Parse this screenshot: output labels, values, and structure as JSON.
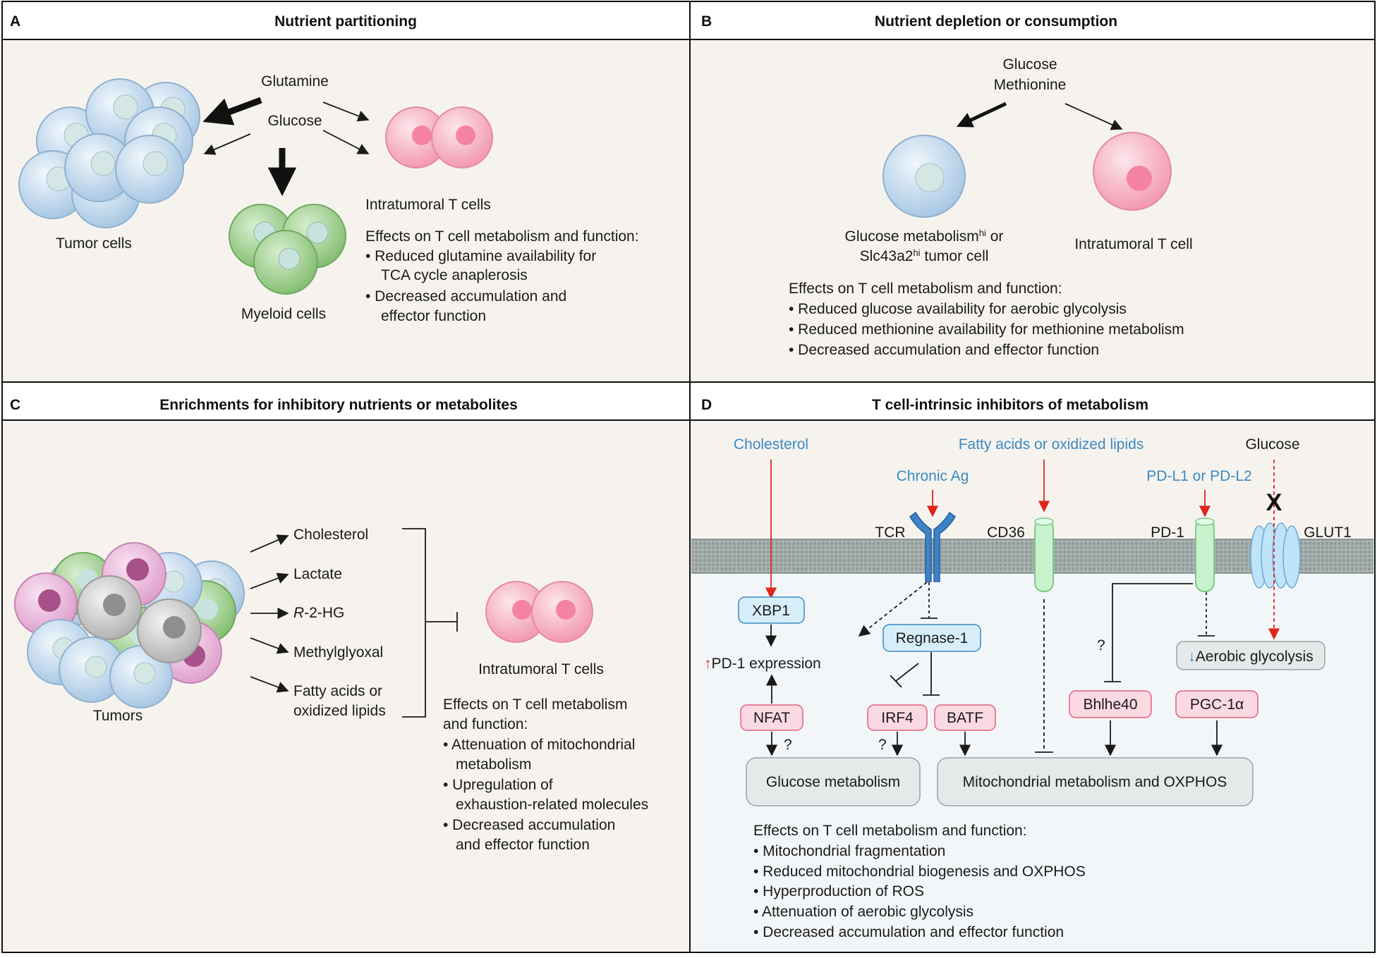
{
  "panels": {
    "a": {
      "letter": "A",
      "title": "Nutrient partitioning",
      "nutrients": [
        "Glutamine",
        "Glucose"
      ],
      "tumor_label": "Tumor cells",
      "myeloid_label": "Myeloid cells",
      "tcell_label": "Intratumoral T cells",
      "effects_title": "Effects on T cell metabolism and function:",
      "effects": [
        "• Reduced glutamine availability for",
        "TCA cycle anaplerosis",
        "• Decreased accumulation and",
        "effector function"
      ]
    },
    "b": {
      "letter": "B",
      "title": "Nutrient depletion or consumption",
      "nutrients": [
        "Glucose",
        "Methionine"
      ],
      "tumor_label_1_base": "Glucose metabolism",
      "tumor_label_1_sup": "hi",
      "tumor_label_1_tail": " or",
      "tumor_label_2_base": "Slc43a2",
      "tumor_label_2_sup": "hi",
      "tumor_label_2_tail": " tumor cell",
      "tcell_label": "Intratumoral T cell",
      "effects_title": "Effects on T cell metabolism and function:",
      "effects": [
        "• Reduced glucose availability for aerobic glycolysis",
        "• Reduced methionine availability for methionine metabolism",
        "• Decreased accumulation and effector function"
      ]
    },
    "c": {
      "letter": "C",
      "title": "Enrichments for inhibitory nutrients or metabolites",
      "tumors_label": "Tumors",
      "metabolites": {
        "cholesterol": "Cholesterol",
        "lactate": "Lactate",
        "r2hg_italic": "R",
        "r2hg_rest": "-2-HG",
        "methylglyoxal": "Methylglyoxal",
        "fatty1": "Fatty acids or",
        "fatty2": "oxidized lipids"
      },
      "tcell_label": "Intratumoral T cells",
      "effects_title_1": "Effects on T cell metabolism",
      "effects_title_2": "and function:",
      "effects": [
        "• Attenuation of mitochondrial",
        "metabolism",
        "• Upregulation of",
        "exhaustion-related molecules",
        "• Decreased accumulation",
        "and effector function"
      ]
    },
    "d": {
      "letter": "D",
      "title": "T cell-intrinsic inhibitors of metabolism",
      "signals": {
        "cholesterol": "Cholesterol",
        "chronic_ag": "Chronic Ag",
        "fatty": "Fatty acids or oxidized lipids",
        "pdl": "PD-L1 or PD-L2",
        "glucose": "Glucose"
      },
      "receptors": {
        "tcr": "TCR",
        "cd36": "CD36",
        "pd1": "PD-1",
        "glut1": "GLUT1"
      },
      "block_mark": "X",
      "nodes": {
        "xbp1": "XBP1",
        "regnase": "Regnase-1",
        "pd1_arrow": "↑",
        "pd1_expr": "PD-1 expression",
        "nfat": "NFAT",
        "irf4": "IRF4",
        "batf": "BATF",
        "bhlhe40": "Bhlhe40",
        "pgc": "PGC-1α",
        "aero_arrow": "↓",
        "aero": "Aerobic glycolysis",
        "glucose_metab": "Glucose metabolism",
        "mito": "Mitochondrial metabolism and OXPHOS"
      },
      "question_mark": "?",
      "effects_title": "Effects on T cell metabolism and function:",
      "effects": [
        "• Mitochondrial fragmentation",
        "• Reduced mitochondrial biogenesis and OXPHOS",
        "• Hyperproduction of ROS",
        "• Attenuation of aerobic glycolysis",
        "• Decreased accumulation and effector function"
      ]
    }
  },
  "colors": {
    "tumor_cell": "#cfe0f0",
    "myeloid_cell": "#a9d39b",
    "t_cell": "#f6b9c8",
    "grey_cell": "#c9c9c9",
    "panel_bg": "#f6f3ef",
    "membrane": "#9fa9a7",
    "signal_blue": "#3b8ac4",
    "signal_red": "#e0251b",
    "pink_box": "#fbd9e2",
    "blue_box": "#d6eefa",
    "grey_box": "#e5e9ea"
  }
}
